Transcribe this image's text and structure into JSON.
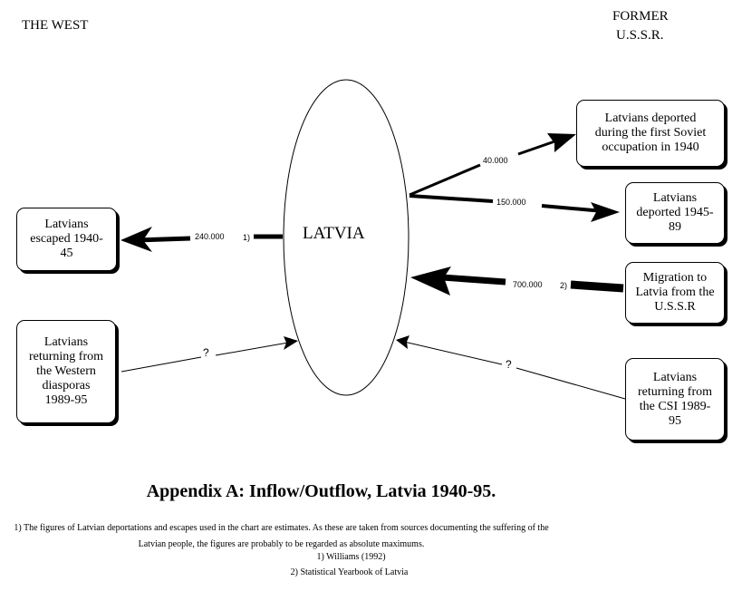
{
  "regions": {
    "west": "THE WEST",
    "ussr_line1": "FORMER",
    "ussr_line2": "U.S.S.R."
  },
  "center": "LATVIA",
  "boxes": {
    "escaped": [
      "Latvians",
      "escaped  1940-",
      "45"
    ],
    "returning_west": [
      "Latvians",
      "returning from",
      "the Western",
      "diasporas",
      "1989-95"
    ],
    "deported_1940": [
      "Latvians deported",
      "during the first Soviet",
      "occupation in 1940"
    ],
    "deported_1945": [
      "Latvians",
      "deported 1945-",
      "89"
    ],
    "migration": [
      "Migration to",
      "Latvia from the",
      "U.S.S.R"
    ],
    "returning_csi": [
      "Latvians",
      "returning from",
      "the CSI 1989-",
      "95"
    ]
  },
  "flows": {
    "escaped": "240.000",
    "escaped_ref": "1)",
    "deported_1940": "40.000",
    "deported_1945": "150.000",
    "migration": "700.000",
    "migration_ref": "2)",
    "returning_west": "?",
    "returning_csi": "?"
  },
  "title": "Appendix A: Inflow/Outflow, Latvia 1940-95.",
  "notes": {
    "line1": "1) The figures of Latvian deportations and escapes used in the chart are estimates. As these are taken from sources documenting the suffering of the",
    "line2": "Latvian people, the figures are probably to be regarded as absolute maximums.",
    "ref1": "1) Williams (1992)",
    "ref2": "2) Statistical Yearbook of Latvia"
  }
}
